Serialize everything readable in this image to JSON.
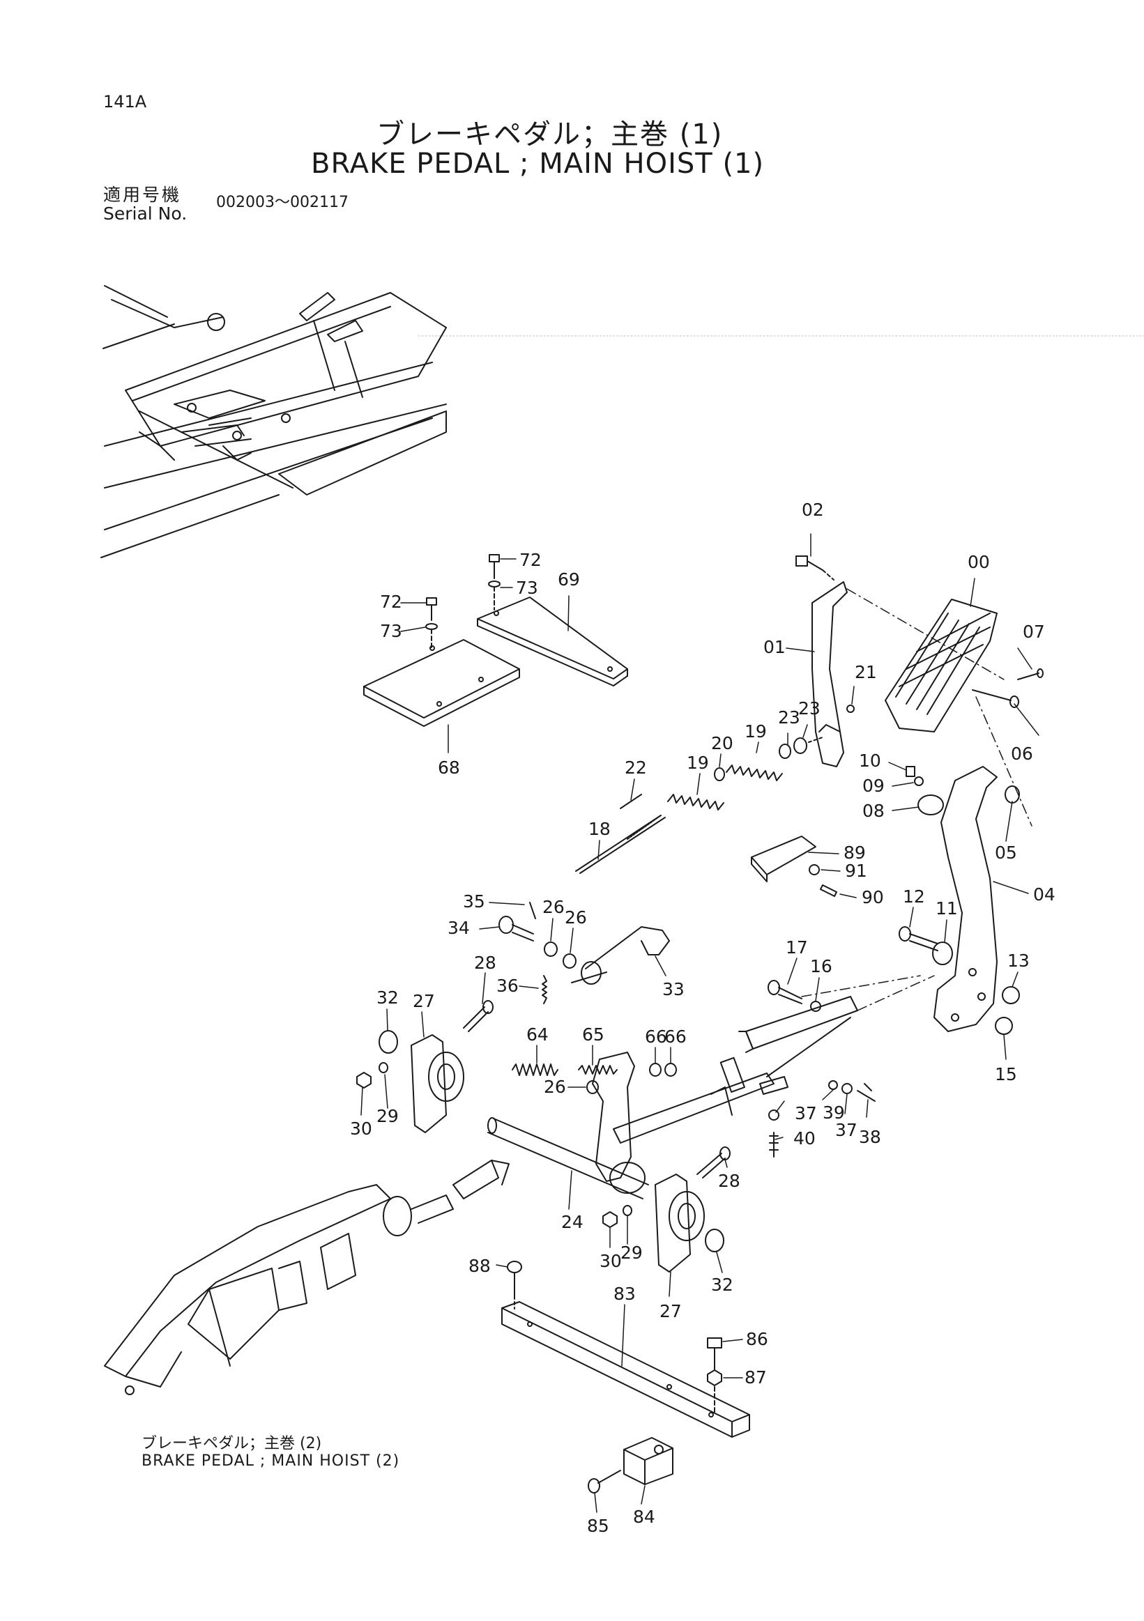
{
  "page": {
    "number": "141A",
    "title_jp": "ブレーキペダル；主巻 (1)",
    "title_en": "BRAKE PEDAL ; MAIN HOIST (1)",
    "serial_label_jp": "適用号機",
    "serial_label_en": "Serial No.",
    "serial_range": "002003～002117"
  },
  "cross_reference": {
    "title_jp": "ブレーキペダル；主巻 (2)",
    "title_en": "BRAKE PEDAL ; MAIN HOIST (2)"
  },
  "callouts": [
    "02",
    "00",
    "07",
    "01",
    "21",
    "23",
    "23",
    "06",
    "19",
    "20",
    "19",
    "22",
    "18",
    "10",
    "09",
    "08",
    "05",
    "04",
    "89",
    "91",
    "90",
    "12",
    "11",
    "13",
    "15",
    "17",
    "16",
    "35",
    "26",
    "26",
    "34",
    "28",
    "36",
    "33",
    "32",
    "27",
    "64",
    "65",
    "66",
    "66",
    "26",
    "30",
    "29",
    "39",
    "37",
    "37",
    "38",
    "40",
    "28",
    "24",
    "30",
    "29",
    "27",
    "32",
    "88",
    "83",
    "86",
    "87",
    "84",
    "85",
    "72",
    "73",
    "69",
    "72",
    "73",
    "68"
  ]
}
